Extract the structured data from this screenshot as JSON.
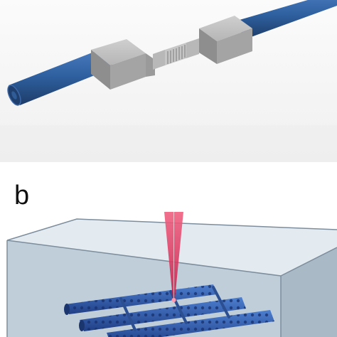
{
  "panels": [
    {
      "id": "a",
      "label": ""
    },
    {
      "id": "b",
      "label": "b"
    }
  ],
  "colors": {
    "fiber_blue": "#2e5f9e",
    "fiber_blue_dark": "#1f3f6e",
    "mount_gray": "#a9a9a9",
    "chamber_glass": "#c4d3df",
    "laser_red": "#e8406a"
  }
}
